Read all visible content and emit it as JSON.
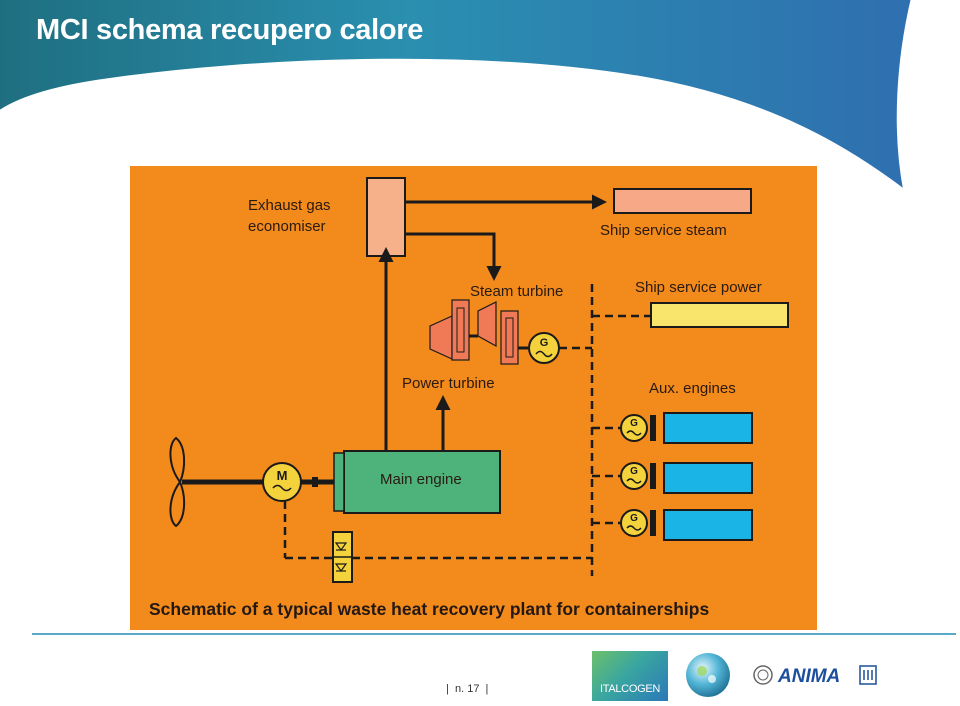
{
  "slide": {
    "title": "MCI schema recupero calore",
    "page_number": "|  n. 17  |"
  },
  "diagram": {
    "caption": "Schematic of a typical waste heat recovery plant for containerships",
    "labels": {
      "exhaust_gas_line1": "Exhaust gas",
      "exhaust_gas_line2": "economiser",
      "ship_service_steam": "Ship service steam",
      "steam_turbine": "Steam turbine",
      "ship_service_power": "Ship service power",
      "power_turbine": "Power turbine",
      "aux_engines": "Aux. engines",
      "main_engine": "Main engine",
      "generator_symbol": "G",
      "motor_symbol": "M"
    },
    "colors": {
      "background": "#f28a1c",
      "economiser": "#f6b08a",
      "steam_box": "#f7a887",
      "power_box": "#f9e46c",
      "aux_engine": "#1ab4e6",
      "main_engine": "#4db37a",
      "turbine": "#f07a55",
      "generator": "#f4d23c"
    }
  },
  "footer": {
    "logo_italcogen": "ITALCOGEN",
    "logo_anima": "ANIMA"
  }
}
